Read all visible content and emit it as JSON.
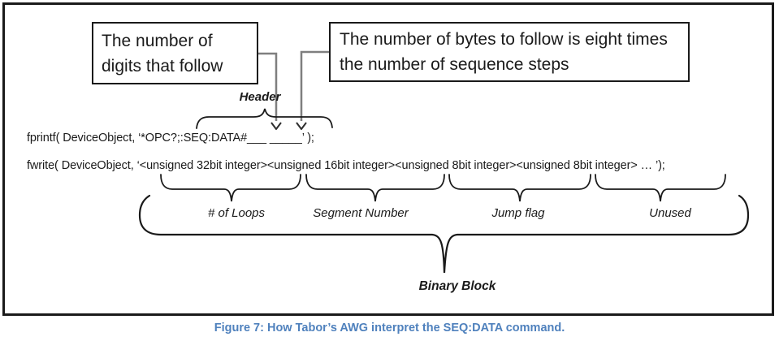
{
  "colors": {
    "caption_blue": "#4F81BD",
    "connector_gray": "#7f7f7f",
    "line_black": "#1a1a1a"
  },
  "callouts": {
    "left": "The number of digits that follow",
    "right": "The number of bytes to follow is eight times the number of sequence steps"
  },
  "code": {
    "fprintf": "fprintf( DeviceObject, ‘*OPC?;:SEQ:DATA#___ _____’ );",
    "fwrite": "fwrite( DeviceObject, ‘<unsigned 32bit integer><unsigned 16bit integer><unsigned 8bit integer><unsigned 8bit integer> … ’);"
  },
  "labels": {
    "header": "Header",
    "num_of_loops": "# of Loops",
    "segment_number": "Segment Number",
    "jump_flag": "Jump flag",
    "unused": "Unused",
    "binary_block": "Binary Block"
  },
  "caption": "Figure 7: How Tabor’s AWG interpret the SEQ:DATA command."
}
